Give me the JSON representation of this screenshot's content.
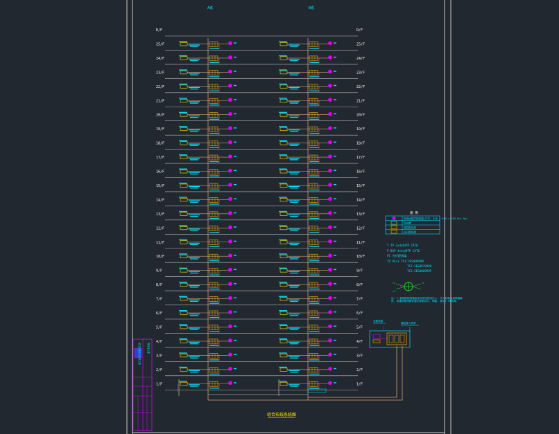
{
  "columns": {
    "a": "A栋",
    "b": "B栋"
  },
  "floors": [
    "R/F",
    "25/F",
    "24/F",
    "23/F",
    "22/F",
    "21/F",
    "20/F",
    "19/F",
    "18/F",
    "17/F",
    "16/F",
    "15/F",
    "14/F",
    "13/F",
    "12/F",
    "11/F",
    "10/F",
    "9/F",
    "8/F",
    "7/F",
    "6/F",
    "5/F",
    "4/F",
    "3/F",
    "2/F",
    "1/F"
  ],
  "legend": {
    "header": "图    例",
    "rows": [
      "弱电间楼层配线箱(户内: 800 × 600 × 220 H=1.5m)",
      "分线盒",
      "楼层配线架",
      "光纤配线架"
    ]
  },
  "notes": [
    "T  TP    2×4对UTP CAT6",
    "P  BSP   4×4对UTP CAT6",
    "FC  光纤配线架",
    "TO  PC+3    TC1:2ES099999",
    "TC2:2ES0919999",
    "TC3:2ES000999F"
  ],
  "remark": "注: 1.各楼层配线箱由综合布线系统引入; 引入线路采用穿管敷设, 各楼层配线箱安装在弱电井内, 明装, 距地1.5m安装。",
  "equipment_labels": [
    "总配线架",
    "通信接入机房"
  ],
  "diagram_title": "综合布线系统图",
  "titleblock": {
    "project": "某住宅楼综合布线工程",
    "sheet": "弱电施工图"
  }
}
